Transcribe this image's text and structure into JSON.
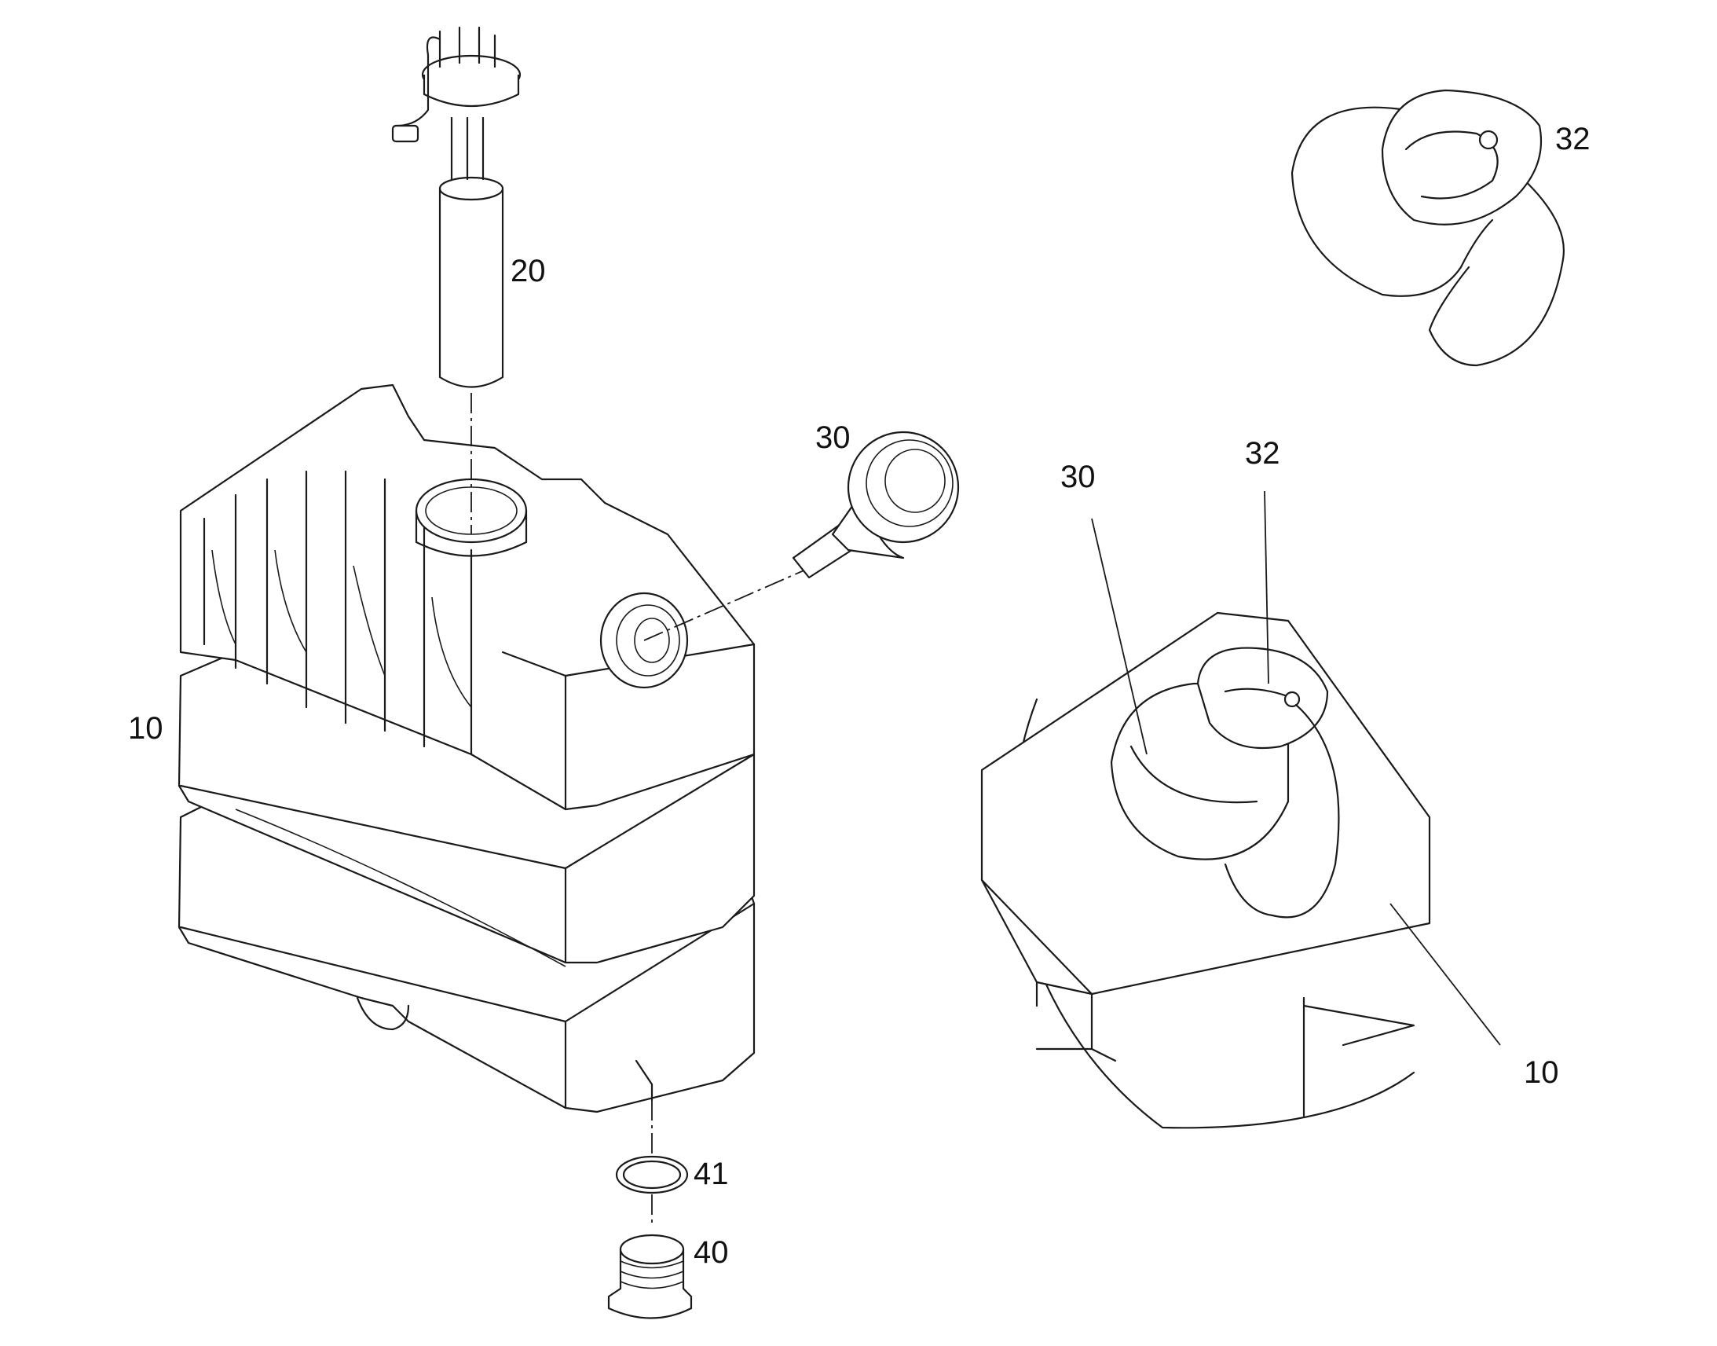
{
  "labels": {
    "tank": "10",
    "sender": "20",
    "filler_neck": "30",
    "cap": "32",
    "plug": "40",
    "seal": "41",
    "detail_neck": "30",
    "detail_cap": "32",
    "detail_tank": "10",
    "cap_detail": "32"
  }
}
